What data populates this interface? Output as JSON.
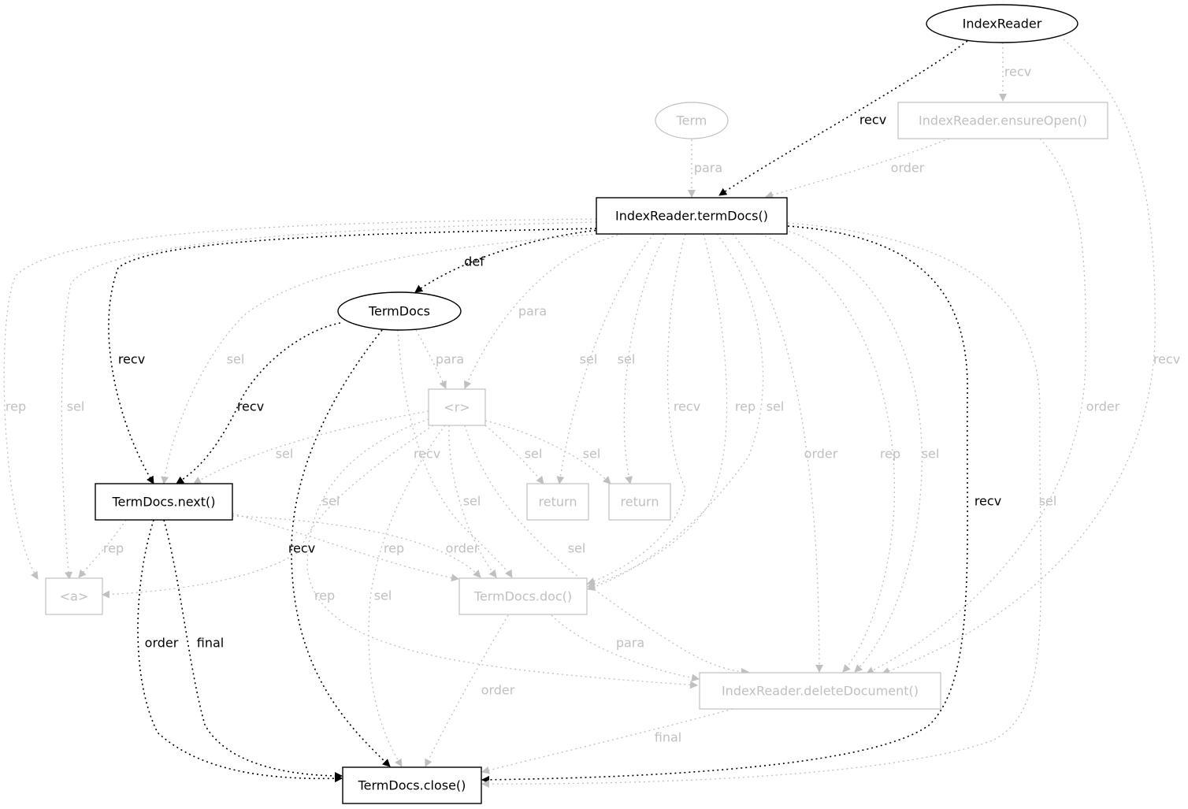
{
  "colors": {
    "active": "#000000",
    "inactive": "#c0c0c0",
    "background": "#ffffff"
  },
  "nodes": {
    "indexreader": {
      "label": "IndexReader",
      "shape": "ellipse",
      "active": true
    },
    "term": {
      "label": "Term",
      "shape": "ellipse",
      "active": false
    },
    "ensureopen": {
      "label": "IndexReader.ensureOpen()",
      "shape": "box",
      "active": false
    },
    "termdocs_call": {
      "label": "IndexReader.termDocs()",
      "shape": "box",
      "active": true
    },
    "termdocs_obj": {
      "label": "TermDocs",
      "shape": "ellipse",
      "active": true
    },
    "r": {
      "label": "<r>",
      "shape": "box",
      "active": false
    },
    "next": {
      "label": "TermDocs.next()",
      "shape": "box",
      "active": true
    },
    "return1": {
      "label": "return",
      "shape": "box",
      "active": false
    },
    "return2": {
      "label": "return",
      "shape": "box",
      "active": false
    },
    "a": {
      "label": "<a>",
      "shape": "box",
      "active": false
    },
    "doc": {
      "label": "TermDocs.doc()",
      "shape": "box",
      "active": false
    },
    "delete": {
      "label": "IndexReader.deleteDocument()",
      "shape": "box",
      "active": false
    },
    "close": {
      "label": "TermDocs.close()",
      "shape": "box",
      "active": true
    }
  },
  "edges": [
    {
      "id": "ir-tdcall-recv",
      "from": "IndexReader",
      "to": "IndexReader.termDocs()",
      "label": "recv",
      "active": true
    },
    {
      "id": "ir-ensure-recv",
      "from": "IndexReader",
      "to": "IndexReader.ensureOpen()",
      "label": "recv",
      "active": false
    },
    {
      "id": "ir-delete-recv",
      "from": "IndexReader",
      "to": "IndexReader.deleteDocument()",
      "label": "recv",
      "active": false
    },
    {
      "id": "term-tdcall-para",
      "from": "Term",
      "to": "IndexReader.termDocs()",
      "label": "para",
      "active": false
    },
    {
      "id": "ensure-tdcall-order",
      "from": "IndexReader.ensureOpen()",
      "to": "IndexReader.termDocs()",
      "label": "order",
      "active": false
    },
    {
      "id": "ensure-delete-order",
      "from": "IndexReader.ensureOpen()",
      "to": "IndexReader.deleteDocument()",
      "label": "order",
      "active": false
    },
    {
      "id": "tdcall-tdobj-def",
      "from": "IndexReader.termDocs()",
      "to": "TermDocs",
      "label": "def",
      "active": true
    },
    {
      "id": "tdcall-a-rep",
      "from": "IndexReader.termDocs()",
      "to": "<a>",
      "label": "rep",
      "active": false
    },
    {
      "id": "tdcall-a-sel",
      "from": "IndexReader.termDocs()",
      "to": "<a>",
      "label": "sel",
      "active": false
    },
    {
      "id": "tdcall-next-recv",
      "from": "IndexReader.termDocs()",
      "to": "TermDocs.next()",
      "label": "recv",
      "active": true
    },
    {
      "id": "tdcall-next-sel",
      "from": "IndexReader.termDocs()",
      "to": "TermDocs.next()",
      "label": "sel",
      "active": false
    },
    {
      "id": "tdcall-r-para",
      "from": "IndexReader.termDocs()",
      "to": "<r>",
      "label": "para",
      "active": false
    },
    {
      "id": "tdcall-ret1-sel",
      "from": "IndexReader.termDocs()",
      "to": "return",
      "label": "sel",
      "active": false
    },
    {
      "id": "tdcall-ret2-sel",
      "from": "IndexReader.termDocs()",
      "to": "return",
      "label": "sel",
      "active": false
    },
    {
      "id": "tdcall-doc-recv",
      "from": "IndexReader.termDocs()",
      "to": "TermDocs.doc()",
      "label": "recv",
      "active": false
    },
    {
      "id": "tdcall-doc-rep",
      "from": "IndexReader.termDocs()",
      "to": "TermDocs.doc()",
      "label": "rep",
      "active": false
    },
    {
      "id": "tdcall-doc-sel",
      "from": "IndexReader.termDocs()",
      "to": "TermDocs.doc()",
      "label": "sel",
      "active": false
    },
    {
      "id": "tdcall-delete-order",
      "from": "IndexReader.termDocs()",
      "to": "IndexReader.deleteDocument()",
      "label": "order",
      "active": false
    },
    {
      "id": "tdcall-delete-rep",
      "from": "IndexReader.termDocs()",
      "to": "IndexReader.deleteDocument()",
      "label": "rep",
      "active": false
    },
    {
      "id": "tdcall-delete-sel",
      "from": "IndexReader.termDocs()",
      "to": "IndexReader.deleteDocument()",
      "label": "sel",
      "active": false
    },
    {
      "id": "tdcall-close-recv",
      "from": "IndexReader.termDocs()",
      "to": "TermDocs.close()",
      "label": "recv",
      "active": true
    },
    {
      "id": "tdcall-close-sel",
      "from": "IndexReader.termDocs()",
      "to": "TermDocs.close()",
      "label": "sel",
      "active": false
    },
    {
      "id": "tdobj-next-recv",
      "from": "TermDocs",
      "to": "TermDocs.next()",
      "label": "recv",
      "active": true
    },
    {
      "id": "tdobj-r-para",
      "from": "TermDocs",
      "to": "<r>",
      "label": "para",
      "active": false
    },
    {
      "id": "tdobj-doc-recv",
      "from": "TermDocs",
      "to": "TermDocs.doc()",
      "label": "recv",
      "active": false
    },
    {
      "id": "tdobj-close-recv",
      "from": "TermDocs",
      "to": "TermDocs.close()",
      "label": "recv",
      "active": true
    },
    {
      "id": "r-next-sel",
      "from": "<r>",
      "to": "TermDocs.next()",
      "label": "sel",
      "active": false
    },
    {
      "id": "r-ret1-sel",
      "from": "<r>",
      "to": "return",
      "label": "sel",
      "active": false
    },
    {
      "id": "r-ret2-sel",
      "from": "<r>",
      "to": "return",
      "label": "sel",
      "active": false
    },
    {
      "id": "r-a-sel",
      "from": "<r>",
      "to": "<a>",
      "label": "sel",
      "active": false
    },
    {
      "id": "r-doc-sel",
      "from": "<r>",
      "to": "TermDocs.doc()",
      "label": "sel",
      "active": false
    },
    {
      "id": "r-delete-sel",
      "from": "<r>",
      "to": "IndexReader.deleteDocument()",
      "label": "sel",
      "active": false
    },
    {
      "id": "r-close-sel",
      "from": "<r>",
      "to": "TermDocs.close()",
      "label": "sel",
      "active": false
    },
    {
      "id": "r-delete-rep",
      "from": "<r>",
      "to": "IndexReader.deleteDocument()",
      "label": "rep",
      "active": false
    },
    {
      "id": "next-a-rep",
      "from": "TermDocs.next()",
      "to": "<a>",
      "label": "rep",
      "active": false
    },
    {
      "id": "next-doc-rep",
      "from": "TermDocs.next()",
      "to": "TermDocs.doc()",
      "label": "rep",
      "active": false
    },
    {
      "id": "next-doc-order",
      "from": "TermDocs.next()",
      "to": "TermDocs.doc()",
      "label": "order",
      "active": false
    },
    {
      "id": "next-close-order",
      "from": "TermDocs.next()",
      "to": "TermDocs.close()",
      "label": "order",
      "active": true
    },
    {
      "id": "next-close-final",
      "from": "TermDocs.next()",
      "to": "TermDocs.close()",
      "label": "final",
      "active": true
    },
    {
      "id": "doc-delete-para",
      "from": "TermDocs.doc()",
      "to": "IndexReader.deleteDocument()",
      "label": "para",
      "active": false
    },
    {
      "id": "doc-close-order",
      "from": "TermDocs.doc()",
      "to": "TermDocs.close()",
      "label": "order",
      "active": false
    },
    {
      "id": "delete-close-final",
      "from": "IndexReader.deleteDocument()",
      "to": "TermDocs.close()",
      "label": "final",
      "active": false
    }
  ]
}
